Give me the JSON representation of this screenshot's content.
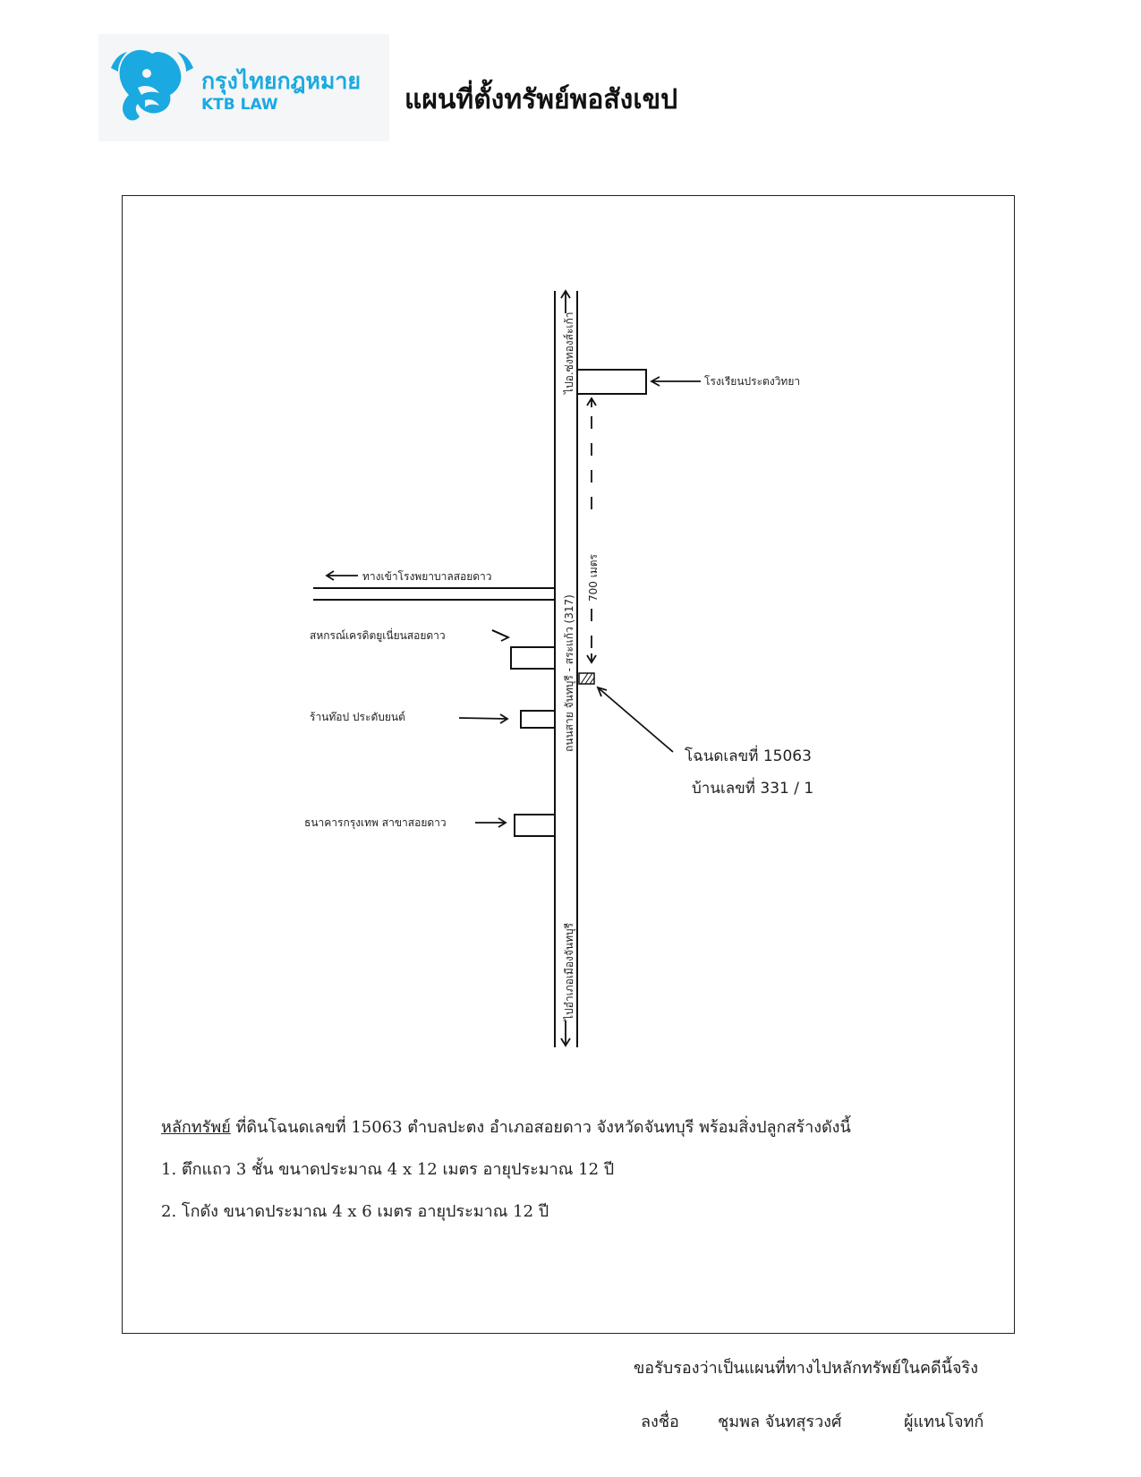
{
  "logo": {
    "thai_name": "กรุงไทยกฎหมาย",
    "english_name": "KTB LAW",
    "color": "#1ba9e1"
  },
  "title": "แผนที่ตั้งทรัพย์พอสังเขป",
  "map": {
    "road_top_label": "ไปอ.ซ่งทองส์ะเก้า",
    "road_middle_label": "ถนนสาย จันทบุรี - สระแก้ว (317)",
    "road_bottom_label": "ไปอำเภอเมืองจันทบุรี",
    "distance_label": "700 เมตร",
    "school_label": "โรงเรียนประตงวิทยา",
    "hospital_road_label": "ทางเข้าโรงพยาบาลสอยดาว",
    "coop_label": "สหกรณ์เครดิตยูเนี่ยนสอยดาว",
    "shop_label": "ร้านท๊อป ประดับยนต์",
    "bank_label": "ธนาคารกรุงเทพ สาขาสอยดาว",
    "deed_label": "โฉนดเลขที่ 15063",
    "house_label": "บ้านเลขที่ 331 / 1"
  },
  "property": {
    "heading": "หลักทรัพย์",
    "intro": " ที่ดินโฉนดเลขที่ 15063 ตำบลปะตง อำเภอสอยดาว จังหวัดจันทบุรี พร้อมสิ่งปลูกสร้างดังนี้",
    "item1": "1. ตึกแถว 3 ชั้น ขนาดประมาณ 4 x 12 เมตร อายุประมาณ 12 ปี",
    "item2": "2. โกดัง ขนาดประมาณ 4 x 6 เมตร อายุประมาณ 12 ปี"
  },
  "certification": {
    "statement": "ขอรับรองว่าเป็นแผนที่ทางไปหลักทรัพย์ในคดีนี้จริง",
    "sign_label": "ลงชื่อ",
    "signer_name": "ชุมพล จันทสุรวงศ์",
    "signer_role": "ผู้แทนโจทก์"
  }
}
